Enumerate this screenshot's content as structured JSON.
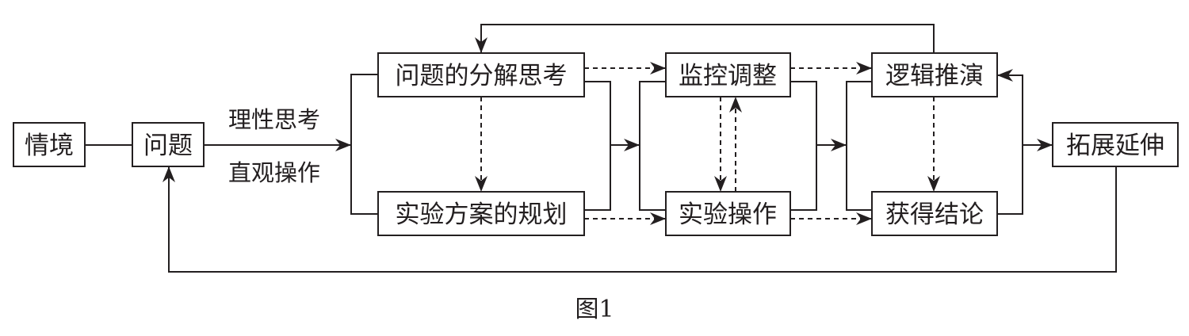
{
  "nodes": {
    "situation": "情境",
    "problem": "问题",
    "decomposition": "问题的分解思考",
    "planning": "实验方案的规划",
    "monitoring": "监控调整",
    "operation": "实验操作",
    "reasoning": "逻辑推演",
    "conclusion": "获得结论",
    "extension": "拓展延伸"
  },
  "edge_labels": {
    "rational": "理性思考",
    "intuitive": "直观操作"
  },
  "caption": "图1",
  "edges": [
    {
      "from": "situation",
      "to": "problem",
      "style": "solid",
      "arrow": false
    },
    {
      "from": "problem",
      "to": "decomposition+planning",
      "style": "solid",
      "arrow": true,
      "labels": [
        "理性思考",
        "直观操作"
      ]
    },
    {
      "from": "decomposition",
      "to": "planning",
      "style": "dashed",
      "arrow": true
    },
    {
      "from": "decomposition+planning",
      "to": "monitoring+operation",
      "style": "solid",
      "arrow": true
    },
    {
      "from": "decomposition",
      "to": "monitoring",
      "style": "dashed",
      "arrow": true
    },
    {
      "from": "planning",
      "to": "operation",
      "style": "dashed",
      "arrow": true
    },
    {
      "from": "monitoring",
      "to": "operation",
      "style": "dashed",
      "arrow": true
    },
    {
      "from": "operation",
      "to": "monitoring",
      "style": "dashed",
      "arrow": true
    },
    {
      "from": "monitoring+operation",
      "to": "reasoning+conclusion",
      "style": "solid",
      "arrow": true
    },
    {
      "from": "monitoring",
      "to": "reasoning",
      "style": "dashed",
      "arrow": true
    },
    {
      "from": "operation",
      "to": "conclusion",
      "style": "dashed",
      "arrow": true
    },
    {
      "from": "reasoning",
      "to": "conclusion",
      "style": "dashed",
      "arrow": true
    },
    {
      "from": "conclusion",
      "to": "reasoning",
      "style": "solid",
      "arrow": true
    },
    {
      "from": "reasoning+conclusion",
      "to": "extension",
      "style": "solid",
      "arrow": true
    },
    {
      "from": "reasoning",
      "to": "decomposition",
      "style": "solid",
      "arrow": true
    },
    {
      "from": "extension",
      "to": "problem",
      "style": "solid",
      "arrow": true
    }
  ]
}
